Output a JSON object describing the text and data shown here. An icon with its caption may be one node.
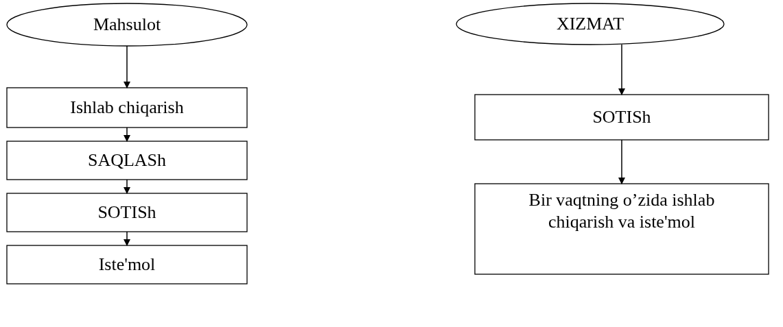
{
  "diagram": {
    "nodes": [
      {
        "text": [
          "Mahsulot"
        ]
      },
      {
        "text": [
          "Ishlab chiqarish"
        ]
      },
      {
        "text": [
          "SAQLASh"
        ]
      },
      {
        "text": [
          "SOTISh"
        ]
      },
      {
        "text": [
          "Iste'mol"
        ]
      },
      {
        "text": [
          "XIZMAT"
        ]
      },
      {
        "text": [
          "SOTISh"
        ]
      },
      {
        "text": [
          "Bir vaqtning o’zida ishlab chiqarish va iste'mol"
        ]
      }
    ],
    "edges": [
      {
        "from": 0,
        "to": 1,
        "arrow": "to"
      },
      {
        "from": 1,
        "to": 2,
        "arrow": "to"
      },
      {
        "from": 2,
        "to": 3,
        "arrow": "to"
      },
      {
        "from": 3,
        "to": 4,
        "arrow": "to"
      },
      {
        "from": 5,
        "to": 6,
        "arrow": "to"
      },
      {
        "from": 6,
        "to": 7,
        "arrow": "to"
      }
    ]
  }
}
